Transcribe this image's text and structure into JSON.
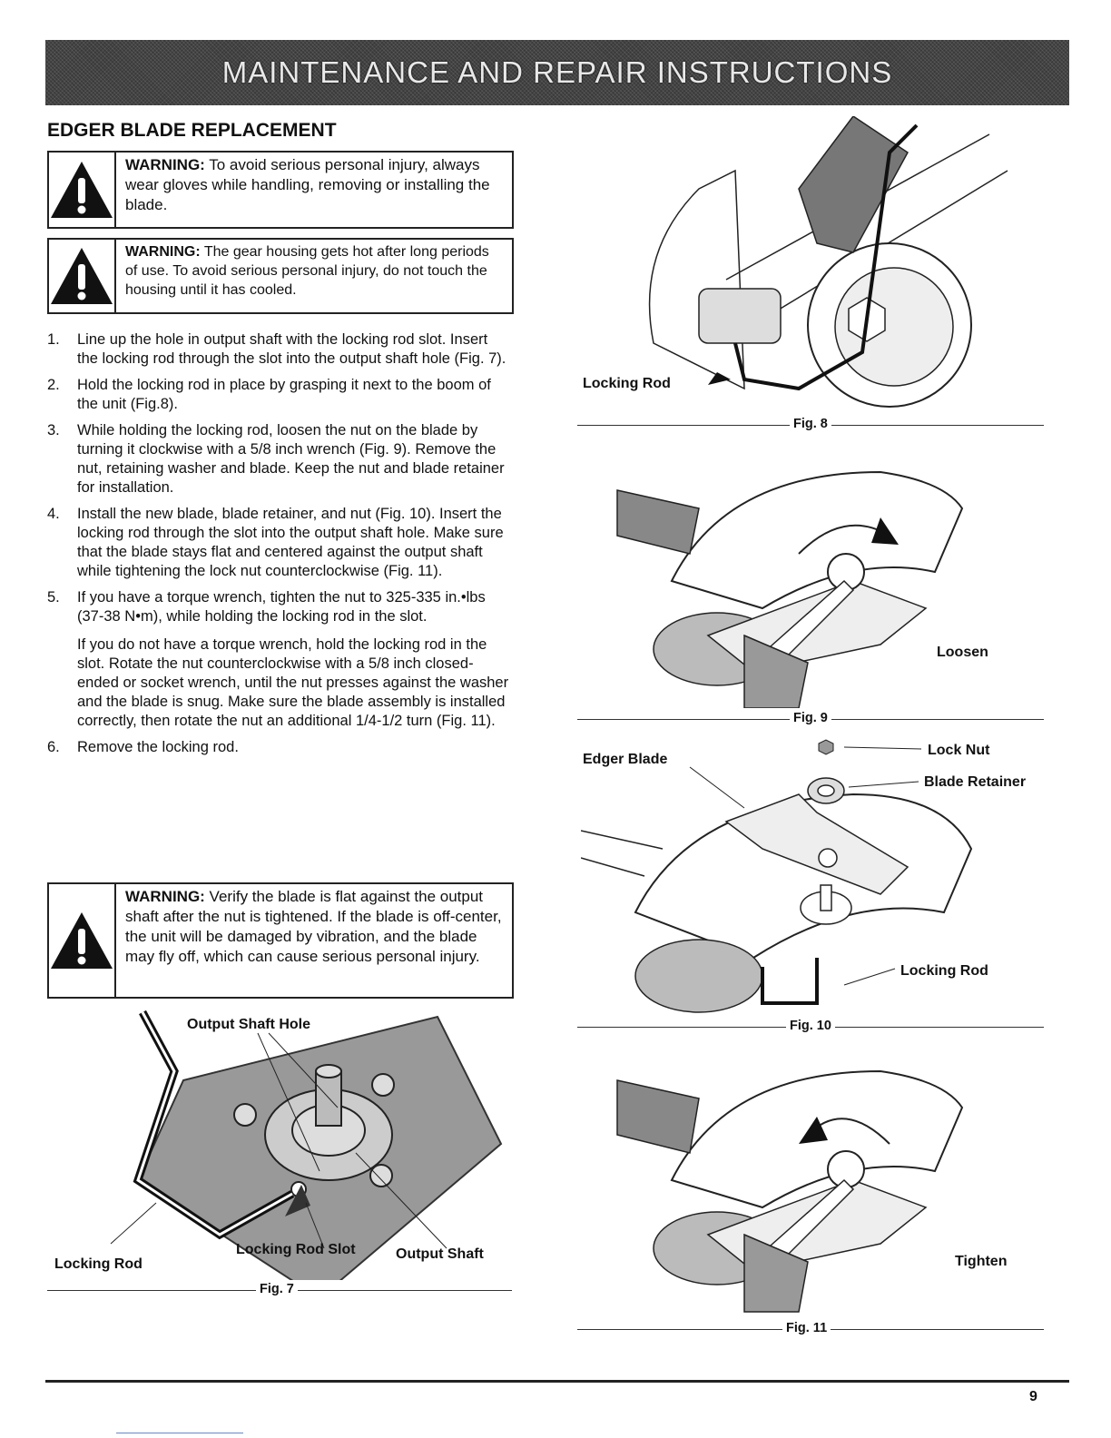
{
  "header": {
    "banner": "MAINTENANCE AND REPAIR INSTRUCTIONS"
  },
  "section": {
    "title": "EDGER BLADE REPLACEMENT"
  },
  "warnings": [
    {
      "label": "WARNING:",
      "text": " To avoid serious personal injury, always wear gloves while handling, removing or installing the blade."
    },
    {
      "label": "WARNING:",
      "text": " The gear housing gets hot after long periods of use. To avoid serious personal injury, do not touch the housing until it has cooled."
    },
    {
      "label": "WARNING:",
      "text": " Verify the blade is flat against the output shaft after the nut is tightened. If the blade is off-center, the unit will be damaged by vibration, and the blade may fly off, which can cause serious personal injury."
    }
  ],
  "steps": [
    {
      "num": "1.",
      "text": "Line up the hole in output shaft with the locking rod slot. Insert the locking rod through the slot into the output shaft hole (Fig. 7)."
    },
    {
      "num": "2.",
      "text": "Hold the locking rod in place by grasping it next to the boom of the unit (Fig.8)."
    },
    {
      "num": "3.",
      "text": "While holding the locking rod, loosen the nut on the blade by turning it clockwise with a 5/8 inch wrench (Fig. 9). Remove the nut, retaining washer and blade. Keep the nut and blade retainer for installation."
    },
    {
      "num": "4.",
      "text": "Install the new blade, blade retainer, and nut (Fig. 10). Insert the locking rod through the slot into the output shaft hole. Make sure that the blade stays flat and centered against the output shaft while tightening the lock nut counterclockwise (Fig. 11)."
    },
    {
      "num": "5.",
      "text": "If you have a torque wrench, tighten the nut to 325-335 in.•lbs (37-38 N•m), while holding the locking rod in the slot.",
      "text2": "If you do not have a torque wrench, hold the locking rod in the slot. Rotate the nut counterclockwise with a 5/8 inch closed-ended or socket wrench, until the nut presses against the washer and the blade is snug. Make sure the blade assembly is installed correctly, then rotate the nut an additional 1/4-1/2 turn (Fig. 11)."
    },
    {
      "num": "6.",
      "text": "Remove the locking rod."
    }
  ],
  "figures": {
    "fig7": {
      "caption": "Fig. 7",
      "output_shaft_hole": "Output Shaft Hole",
      "locking_rod": "Locking Rod",
      "locking_rod_slot": "Locking Rod Slot",
      "output_shaft": "Output Shaft"
    },
    "fig8": {
      "caption": "Fig. 8",
      "locking_rod": "Locking Rod"
    },
    "fig9": {
      "caption": "Fig. 9",
      "loosen": "Loosen"
    },
    "fig10": {
      "caption": "Fig. 10",
      "edger_blade": "Edger Blade",
      "lock_nut": "Lock Nut",
      "blade_retainer": "Blade Retainer",
      "locking_rod": "Locking Rod"
    },
    "fig11": {
      "caption": "Fig. 11",
      "tighten": "Tighten"
    }
  },
  "footer": {
    "page_number": "9"
  }
}
